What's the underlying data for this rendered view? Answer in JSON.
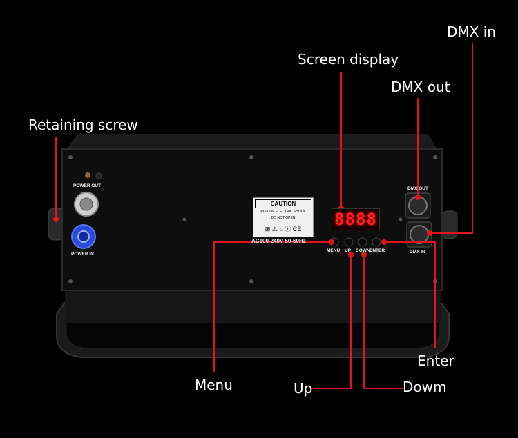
{
  "callouts": {
    "dmx_in": "DMX in",
    "screen_display": "Screen display",
    "dmx_out": "DMX out",
    "retaining_screw": "Retaining screw",
    "enter": "Enter",
    "menu": "Menu",
    "up": "Up",
    "down": "Dowm"
  },
  "panel": {
    "power_out": "POWER OUT",
    "power_in": "POWER IN",
    "dmx_out": "DMX OUT",
    "dmx_in": "DMX IN",
    "button_menu": "MENU",
    "button_up": "UP",
    "button_down": "DOWN",
    "button_enter": "ENTER",
    "display_value": "8888",
    "caution_title": "CAUTION",
    "caution_line1": "RISK OF ELECTRIC SHOCK",
    "caution_line2": "DO NOT OPEN",
    "voltage": "AC100-240V 50-60Hz"
  },
  "colors": {
    "callout_line": "#e0141e",
    "background": "#000000",
    "power_out_connector": "#cccccc",
    "power_in_connector": "#2a4bd8",
    "led_digits": "#ff2020"
  }
}
